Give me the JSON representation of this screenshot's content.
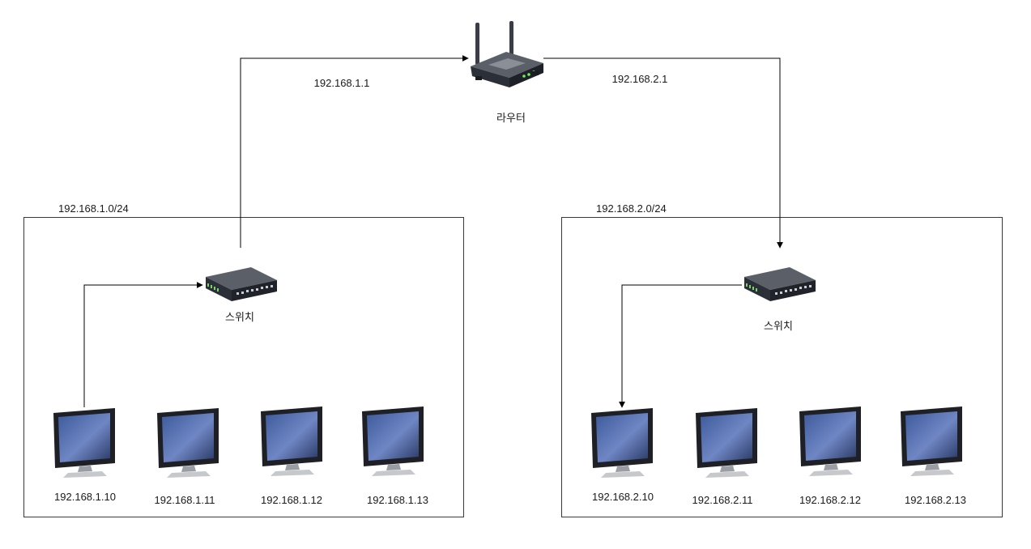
{
  "router": {
    "label": "라우터"
  },
  "networks": [
    {
      "cidr": "192.168.1.0/24",
      "gateway": "192.168.1.1",
      "switch_label": "스위치",
      "hosts": [
        "192.168.1.10",
        "192.168.1.11",
        "192.168.1.12",
        "192.168.1.13"
      ]
    },
    {
      "cidr": "192.168.2.0/24",
      "gateway": "192.168.2.1",
      "switch_label": "스위치",
      "hosts": [
        "192.168.2.10",
        "192.168.2.11",
        "192.168.2.12",
        "192.168.2.13"
      ]
    }
  ],
  "colors": {
    "line": "#000000",
    "border": "#3a3a3a",
    "screen": "#4a66a8",
    "device_body": "#2b2f38"
  }
}
